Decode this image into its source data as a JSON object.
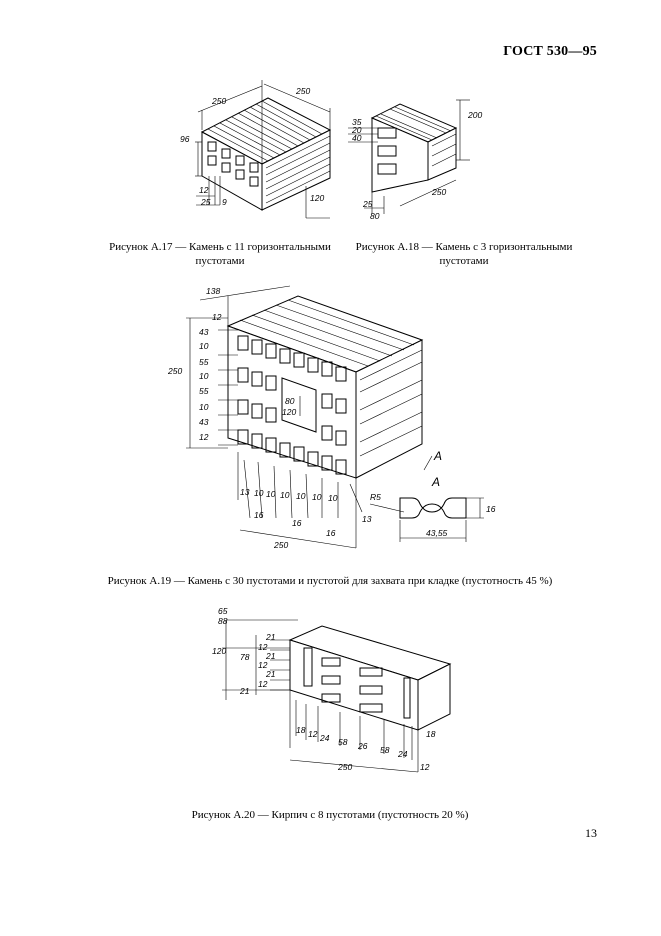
{
  "header": {
    "standard": "ГОСТ 530—95"
  },
  "page_number": "13",
  "figures": {
    "a17": {
      "caption_line1": "Рисунок А.17 — Камень с 11 горизонтальными",
      "caption_line2": "пустотами",
      "dims": {
        "top": "250",
        "left": "250",
        "height": "96",
        "d1": "12",
        "d2": "25",
        "d3": "9",
        "right": "120"
      }
    },
    "a18": {
      "caption_line1": "Рисунок А.18 — Камень с 3 горизонтальными",
      "caption_line2": "пустотами",
      "dims": {
        "d35": "35",
        "d20": "20",
        "d40": "40",
        "h200": "200",
        "w250": "250",
        "d25": "25",
        "d80": "80"
      }
    },
    "a19": {
      "caption": "Рисунок А.19 — Камень с 30 пустотами и пустотой для захвата при кладке (пустотность 45 %)",
      "dims": {
        "top138": "138",
        "top12": "12",
        "side250": "250",
        "left": [
          "43",
          "10",
          "55",
          "10",
          "55",
          "10",
          "43",
          "12"
        ],
        "grip80": "80",
        "grip120": "120",
        "bottom": [
          "13",
          "10",
          "10",
          "10",
          "10",
          "10",
          "10",
          "13"
        ],
        "b16a": "16",
        "b16b": "16",
        "b16c": "16",
        "width250": "250",
        "labelA": "A",
        "detailA": "A",
        "detailR5": "R5",
        "detail16": "16",
        "detail43": "43,55"
      }
    },
    "a20": {
      "caption": "Рисунок А.20 — Кирпич с 8 пустотами (пустотность 20 %)",
      "dims": {
        "d65": "65",
        "d88": "88",
        "d120": "120",
        "d78": "78",
        "left": [
          "21",
          "12",
          "21",
          "12",
          "21",
          "12",
          "21"
        ],
        "bottom": [
          "18",
          "12",
          "24",
          "58",
          "26",
          "58",
          "24",
          "12",
          "18"
        ],
        "width250": "250"
      }
    }
  }
}
